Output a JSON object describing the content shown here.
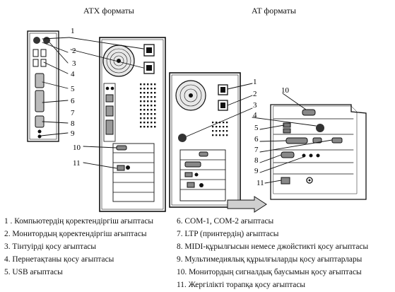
{
  "headings": {
    "atx": "ATX форматы",
    "at": "AT форматы"
  },
  "callouts": {
    "atx": [
      "1",
      "2",
      "3",
      "4",
      "5",
      "6",
      "7",
      "8",
      "9",
      "10",
      "11"
    ],
    "at": [
      "1",
      "2",
      "3",
      "4",
      "5",
      "6",
      "7",
      "8",
      "9",
      "10",
      "11"
    ]
  },
  "legend": {
    "left": [
      "1 . Компьютердің қоректендіргіш ағыптасы",
      "2. Монитордың қоректендіргіш ағыптасы",
      "3. Тінтуірді қосу ағыптасы",
      "4. Пернетақтаны қосу ағыптасы",
      "5. USB ағыптасы"
    ],
    "right": [
      "6. COM-1, COM-2 ағыптасы",
      "7. LTP (принтердің) ағыптасы",
      "8. MIDI-құрылғысын немесе джойстикті қосу ағыптасы",
      "9. Мультимедиялық құрылғыларды қосу ағыптарлары",
      "10. Монитордың сигналдық баусымын қосу ағыптасы",
      "11. Жергілікті торапқа қосу ағыптасы"
    ]
  },
  "colors": {
    "ink": "#111111",
    "case": "#ffffff",
    "shade": "#cfcfcf"
  }
}
